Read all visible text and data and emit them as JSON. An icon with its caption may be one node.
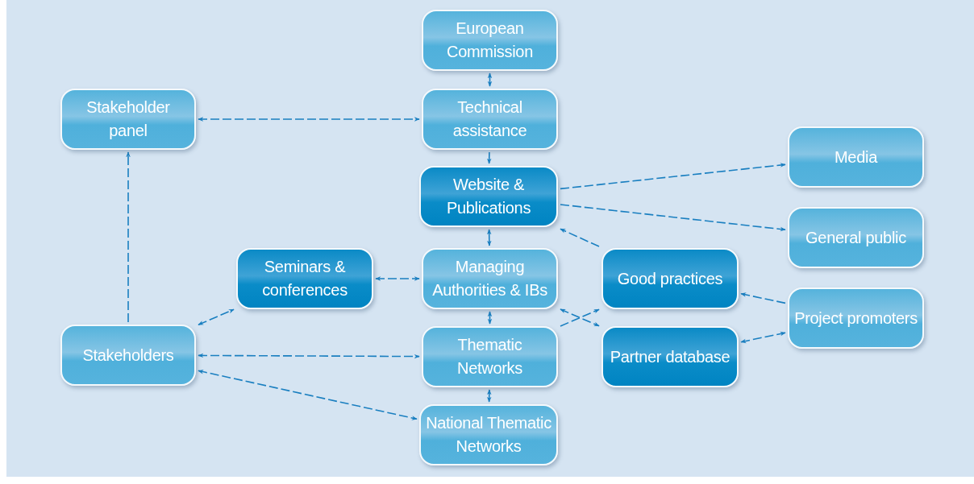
{
  "diagram": {
    "nodes": [
      {
        "text": [
          "European Commission"
        ]
      },
      {
        "text": [
          "Stakeholder panel"
        ]
      },
      {
        "text": [
          "Technical assistance"
        ]
      },
      {
        "text": [
          "Website & Publications"
        ]
      },
      {
        "text": [
          "Media"
        ]
      },
      {
        "text": [
          "General public"
        ]
      },
      {
        "text": [
          "Seminars & conferences"
        ]
      },
      {
        "text": [
          "Managing Authorities & IBs"
        ]
      },
      {
        "text": [
          "Good practices"
        ]
      },
      {
        "text": [
          "Project promoters"
        ]
      },
      {
        "text": [
          "Stakeholders"
        ]
      },
      {
        "text": [
          "Thematic Networks"
        ]
      },
      {
        "text": [
          "Partner database"
        ]
      },
      {
        "text": [
          "National Thematic Networks"
        ]
      }
    ],
    "edges": [
      {
        "from": 0,
        "to": 2,
        "arrow": "both"
      },
      {
        "from": 1,
        "to": 2,
        "arrow": "both",
        "style": "dashed"
      },
      {
        "from": 2,
        "to": 3,
        "arrow": "to"
      },
      {
        "from": 3,
        "to": 7,
        "arrow": "both"
      },
      {
        "from": 7,
        "to": 11,
        "arrow": "both"
      },
      {
        "from": 11,
        "to": 13,
        "arrow": "both"
      },
      {
        "from": 6,
        "to": 7,
        "arrow": "both",
        "style": "dashed"
      },
      {
        "from": 10,
        "to": 1,
        "arrow": "to",
        "style": "dashed"
      },
      {
        "from": 10,
        "to": 6,
        "arrow": "both",
        "style": "dashed"
      },
      {
        "from": 10,
        "to": 11,
        "arrow": "both",
        "style": "dashed"
      },
      {
        "from": 10,
        "to": 13,
        "arrow": "both",
        "style": "dashed"
      },
      {
        "from": 3,
        "to": 4,
        "arrow": "to",
        "style": "dashed"
      },
      {
        "from": 3,
        "to": 5,
        "arrow": "to",
        "style": "dashed"
      },
      {
        "from": 8,
        "to": 3,
        "arrow": "to",
        "style": "dashed"
      },
      {
        "from": 11,
        "to": 8,
        "arrow": "to",
        "style": "dashed"
      },
      {
        "from": 7,
        "to": 12,
        "arrow": "both",
        "style": "dashed"
      },
      {
        "from": 9,
        "to": 8,
        "arrow": "to",
        "style": "dashed"
      },
      {
        "from": 9,
        "to": 12,
        "arrow": "both",
        "style": "dashed"
      }
    ]
  }
}
